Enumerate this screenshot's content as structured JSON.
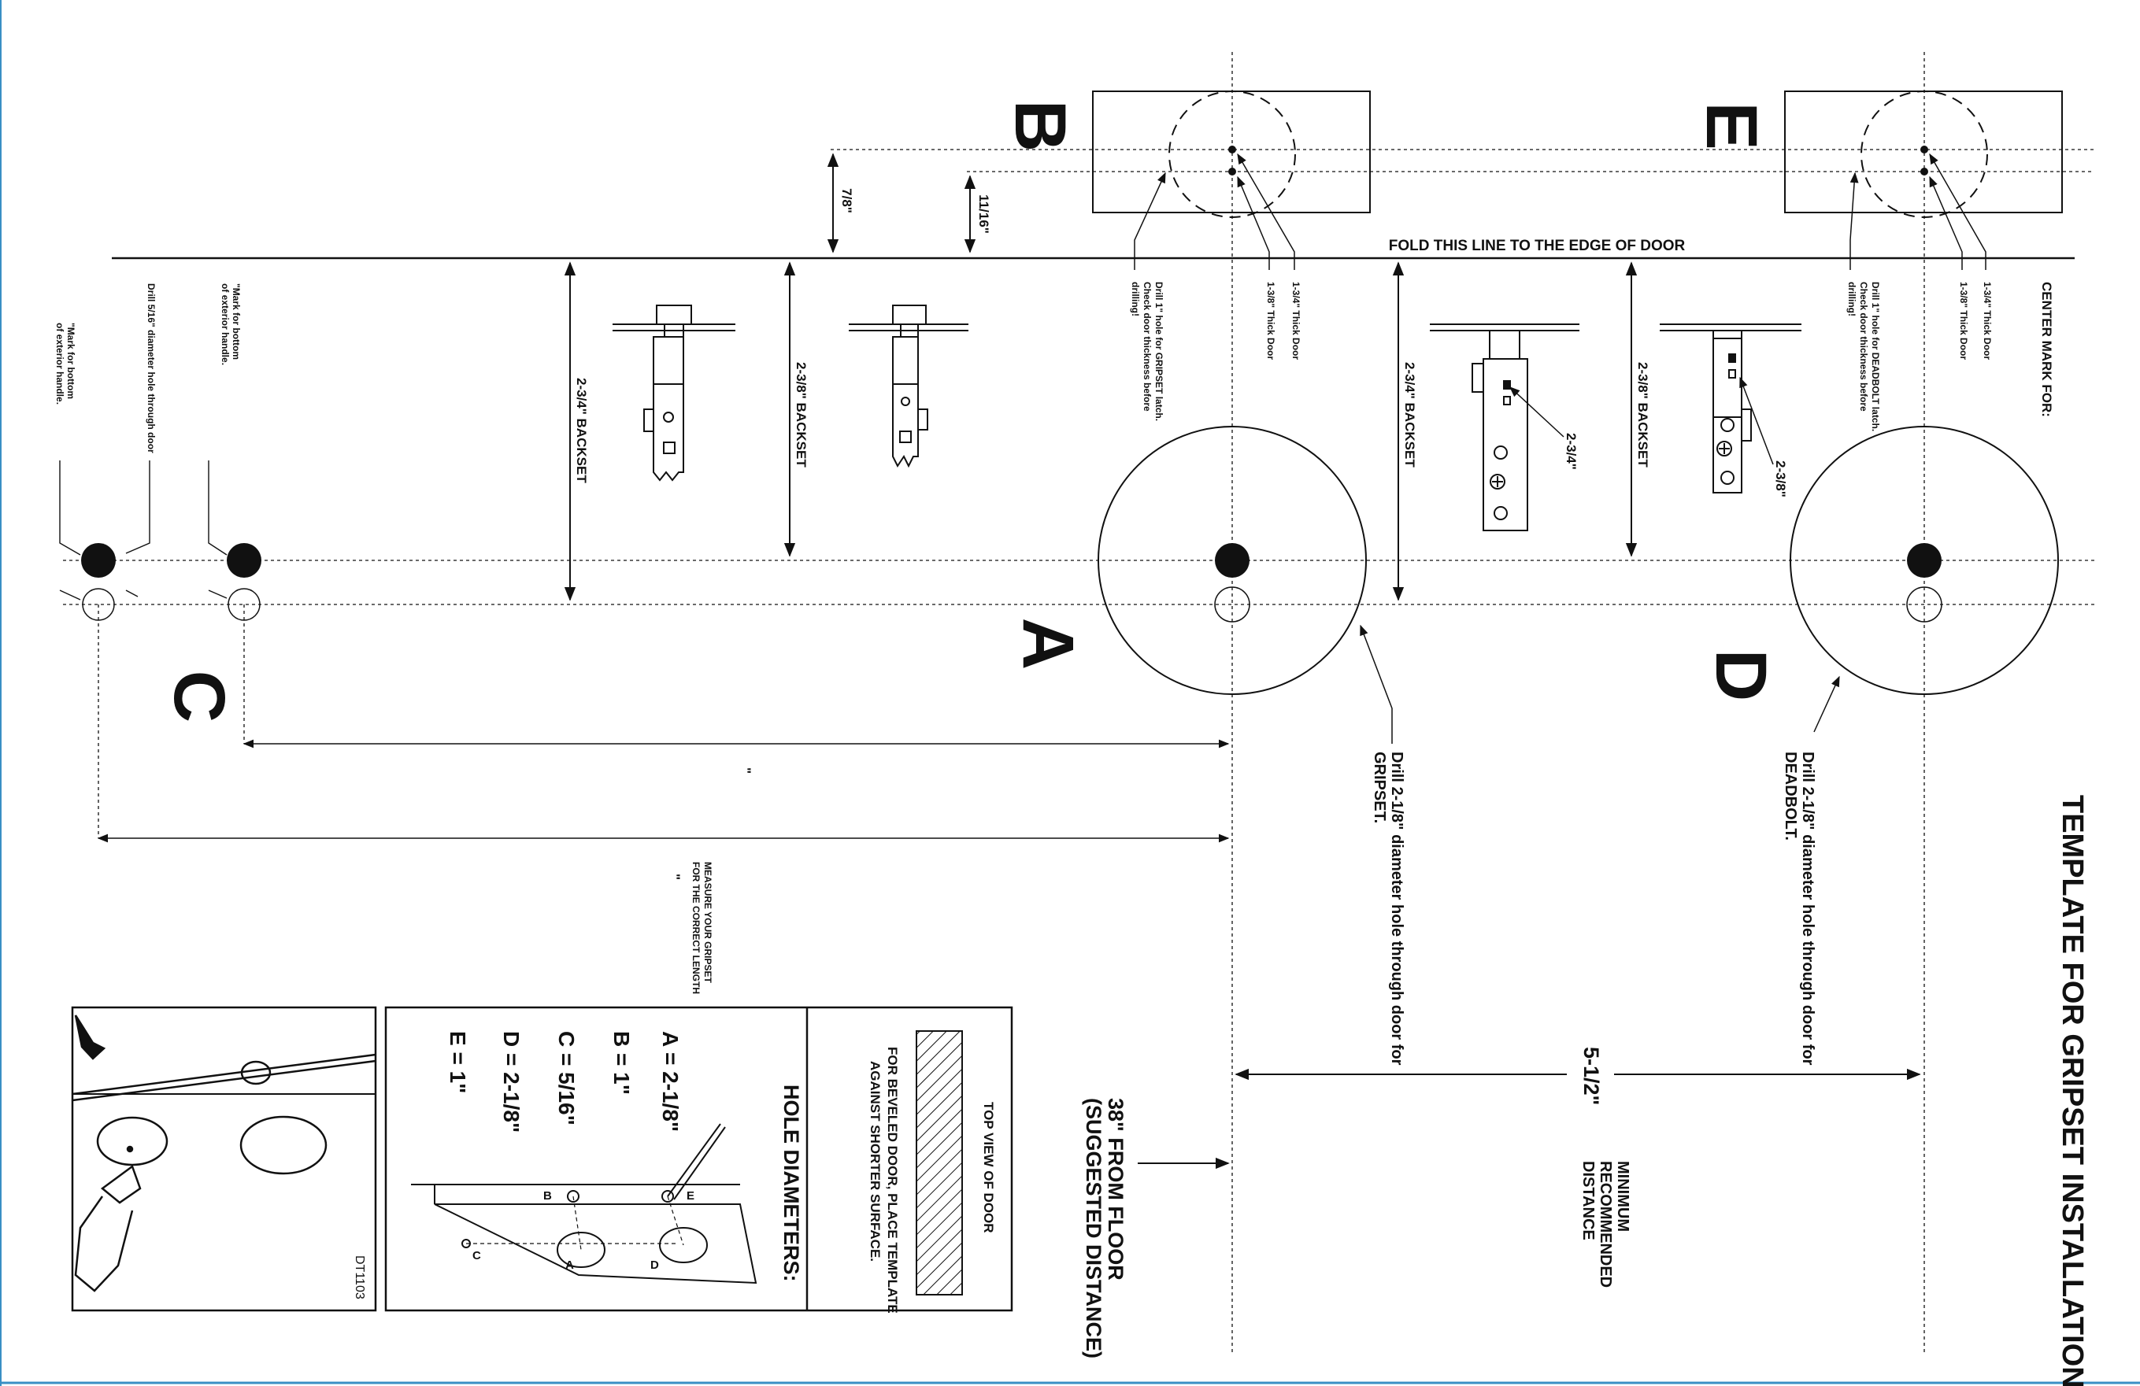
{
  "title": "TEMPLATE FOR GRIPSET INSTALLATION",
  "fold_line": "FOLD THIS LINE TO THE EDGE OF DOOR",
  "center_mark_for": "CENTER MARK FOR:",
  "letters": {
    "a": "A",
    "b": "B",
    "c": "C",
    "d": "D",
    "e": "E"
  },
  "backsets": {
    "gripset_2_3_4": "2-3/4\" BACKSET",
    "gripset_2_3_8": "2-3/8\" BACKSET",
    "deadbolt_2_3_4": "2-3/4\" BACKSET",
    "deadbolt_2_3_8": "2-3/8\" BACKSET",
    "latch_pointer_2_3_4": "2-3/4\"",
    "latch_pointer_2_3_8": "2-3/8\""
  },
  "offsets": {
    "b_7_8": "7/8\"",
    "b_11_16": "11/16\""
  },
  "gripset_latch": {
    "thick_1_3_4": "1-3/4\" Thick Door",
    "thick_1_3_8": "1-3/8\" Thick Door",
    "note": [
      "Drill 1\" hole for GRIPSET latch.",
      "Check door thickness before",
      "drilling!"
    ]
  },
  "deadbolt_latch": {
    "thick_1_3_4": "1-3/4\" Thick Door",
    "thick_1_3_8": "1-3/8\" Thick Door",
    "note": [
      "Drill 1\" hole for DEADBOLT latch.",
      "Check door thickness before",
      "drilling!"
    ]
  },
  "handle_marks": {
    "mark_left": [
      "\"Mark for bottom",
      "of exterior handle."
    ],
    "drill_5_16": "Drill 5/16\" diameter hole through door",
    "mark_right": [
      "\"Mark for bottom",
      "of exterior handle."
    ]
  },
  "measure_note": [
    "MEASURE YOUR GRIPSET",
    "FOR THE CORRECT LENGTH"
  ],
  "dim_marks": {
    "upper": "\"",
    "lower": "\""
  },
  "drill_gripset": [
    "Drill 2-1/8\" diameter hole through door for",
    "GRIPSET."
  ],
  "drill_deadbolt": [
    "Drill 2-1/8\" diameter hole through door for",
    "DEADBOLT."
  ],
  "distance": {
    "value": "5-1/2\"",
    "label": [
      "MINIMUM",
      "RECOMMENDED",
      "DISTANCE"
    ]
  },
  "from_floor": [
    "38\" FROM FLOOR",
    "(SUGGESTED DISTANCE)"
  ],
  "top_view": "TOP VIEW OF DOOR",
  "beveled": [
    "FOR BEVELED DOOR, PLACE TEMPLATE",
    "AGAINST SHORTER SURFACE."
  ],
  "hole_diameters": {
    "title": "HOLE DIAMETERS:",
    "items": [
      "A = 2-1/8\"",
      "B = 1\"",
      "C = 5/16\"",
      "D = 2-1/8\"",
      "E = 1\""
    ]
  },
  "door_letters": {
    "b": "B",
    "e": "E",
    "a": "A",
    "d": "D",
    "c": "C"
  },
  "code": "DT1103",
  "colors": {
    "ink": "#111111",
    "border_accent": "#3a8fc4"
  }
}
